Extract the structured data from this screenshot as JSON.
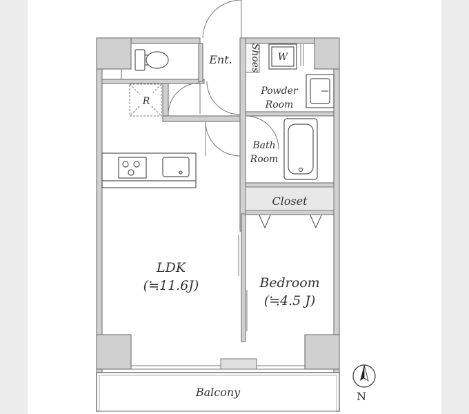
{
  "rooms": {
    "entrance": "Ent.",
    "shoes": "Shoes",
    "washer": "W",
    "powder_room": [
      "Powder",
      "Room"
    ],
    "bath_room": [
      "Bath",
      "Room"
    ],
    "closet": "Closet",
    "ldk": [
      "LDK",
      "(≒11.6J)"
    ],
    "bedroom": [
      "Bedroom",
      "(≒4.5 J)"
    ],
    "balcony": "Balcony",
    "refrigerator": "R"
  },
  "compass": {
    "label": "N"
  },
  "colors": {
    "wall": "#d0d0d0",
    "closet_fill": "#e8e8e8",
    "line": "#555555",
    "background": "#ececec",
    "paper": "#ffffff"
  }
}
